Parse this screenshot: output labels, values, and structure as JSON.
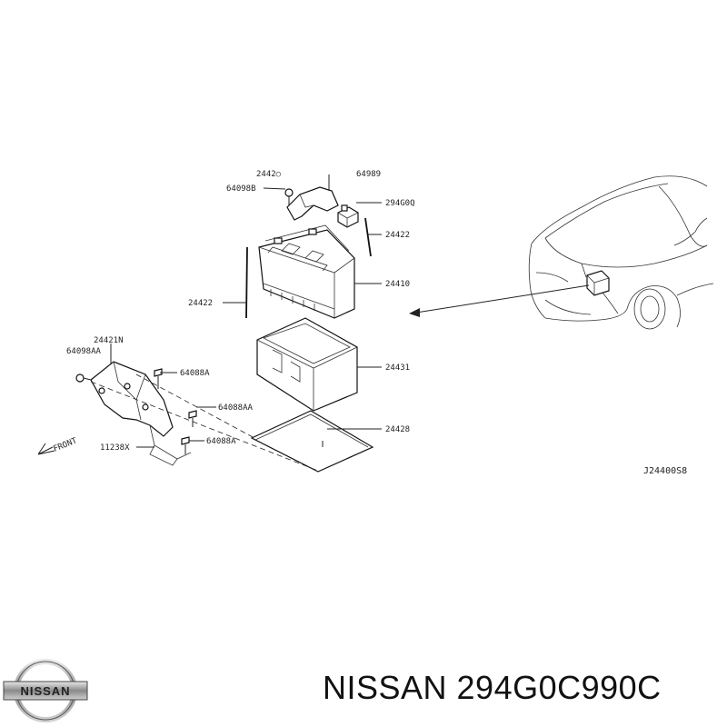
{
  "callouts": {
    "c24420": "2442○",
    "c64989": "64989",
    "c64098B": "64098B",
    "c294G0Q": "294G0Q",
    "c24422_top": "24422",
    "c24410": "24410",
    "c24422_left": "24422",
    "c24421N": "24421N",
    "c64098AA": "64098AA",
    "c64088A_1": "64088A",
    "c24431": "24431",
    "c64088AA": "64088AA",
    "c24428": "24428",
    "c11238X": "11238X",
    "c64088A_2": "64088A",
    "front": "FRONT"
  },
  "diagram_code": "J24400S8",
  "brand": {
    "logo_text": "NISSAN"
  },
  "caption": "NISSAN 294G0C990C"
}
